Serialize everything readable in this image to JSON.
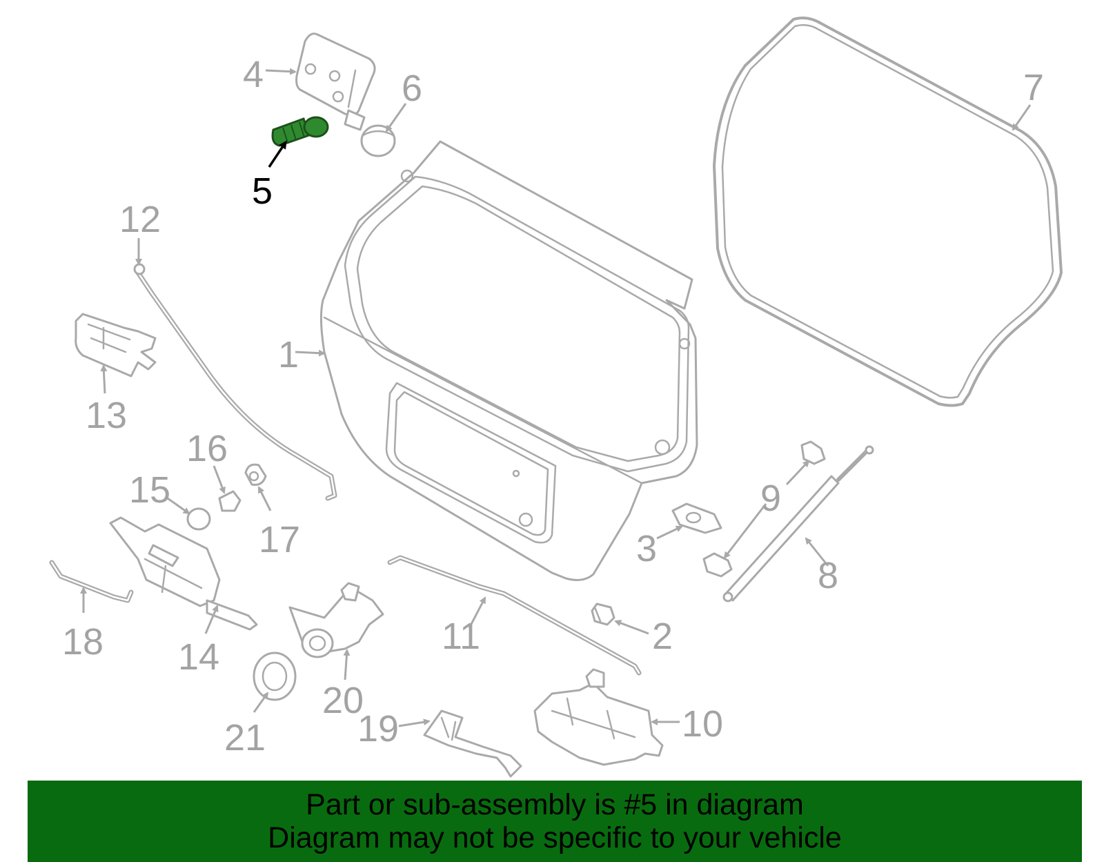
{
  "callouts": {
    "c1": "1",
    "c2": "2",
    "c3": "3",
    "c4": "4",
    "c5": "5",
    "c6": "6",
    "c7": "7",
    "c8": "8",
    "c9": "9",
    "c10": "10",
    "c11": "11",
    "c12": "12",
    "c13": "13",
    "c14": "14",
    "c15": "15",
    "c16": "16",
    "c17": "17",
    "c18": "18",
    "c19": "19",
    "c20": "20",
    "c21": "21"
  },
  "highlight": {
    "part_number": "5",
    "color": "#2f8a2f"
  },
  "banner": {
    "line1": "Part or sub-assembly is #5 in diagram",
    "line2": "Diagram may not be specific to your vehicle",
    "background": "#096b0f"
  }
}
